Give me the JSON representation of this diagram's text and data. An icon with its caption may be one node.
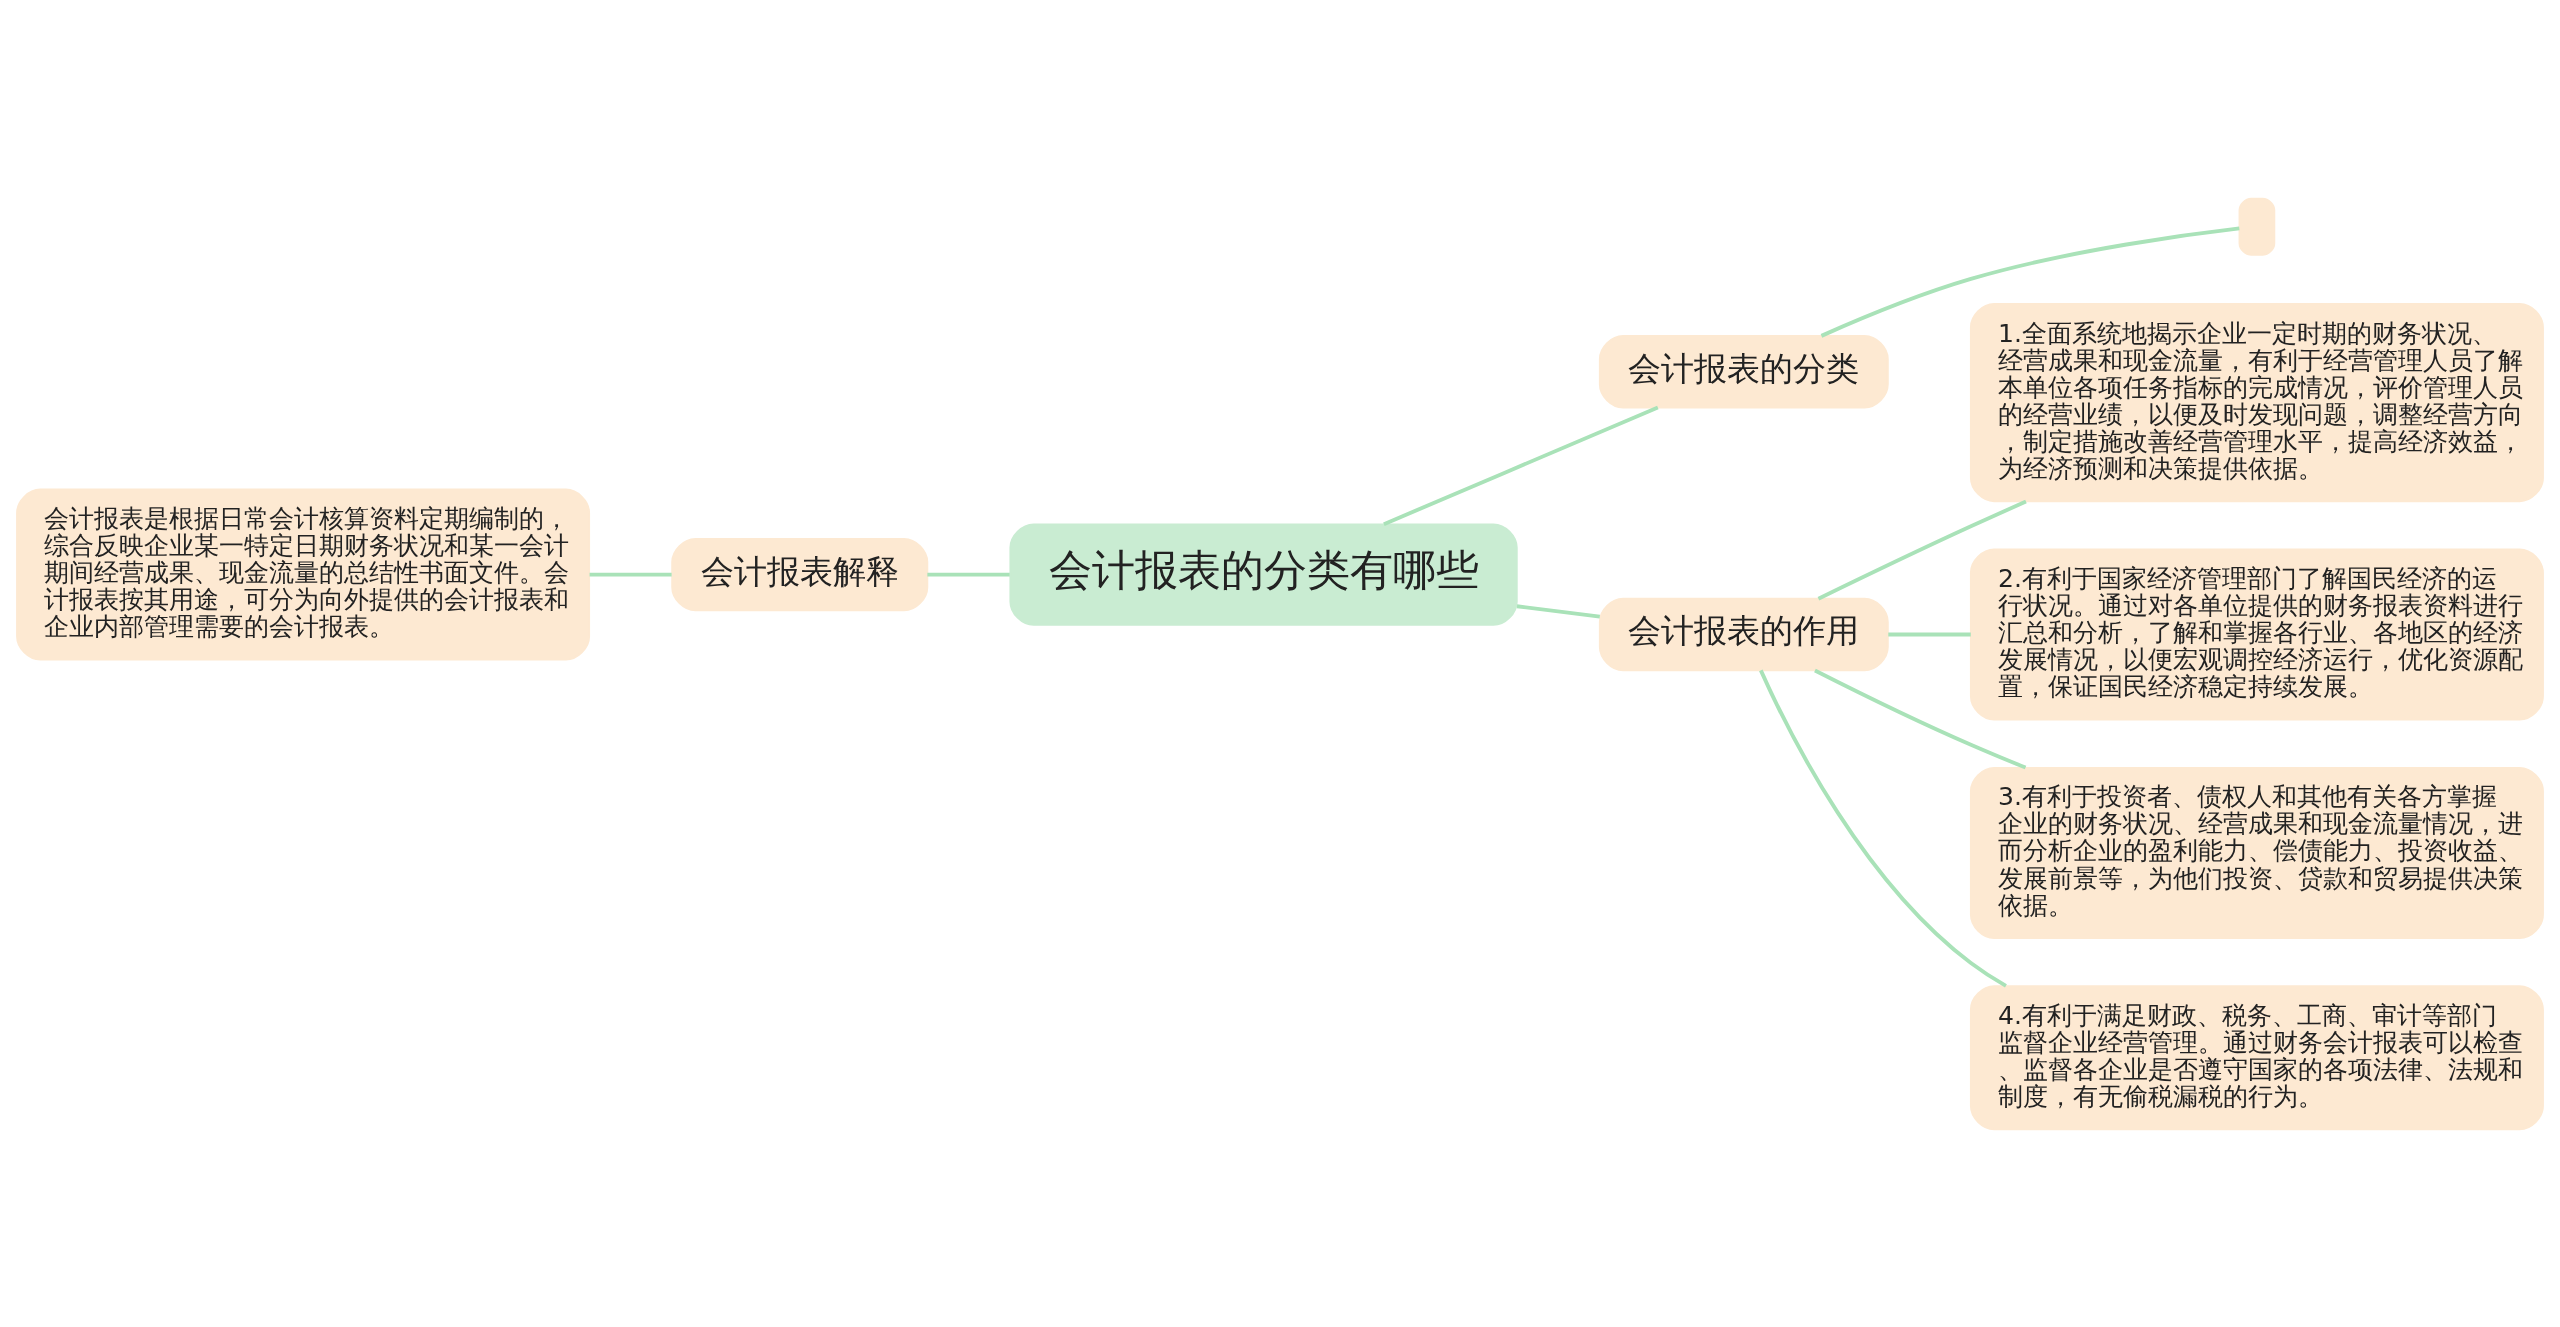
{
  "diagram": {
    "nodes": [
      {
        "text": [
          "会计报表的分类有哪些"
        ]
      },
      {
        "text": [
          "会计报表解释"
        ]
      },
      {
        "text": [
          "会计报表是根据日常会计核算资料定期编制的，综合反映企业某一特定日期财务状况和某一会计期间经营成果、现金流量的总结性书面文件。会计报表按其用途，可分为向外提供的会计报表和企业内部管理需要的会计报表。"
        ]
      },
      {
        "text": [
          "会计报表的分类"
        ]
      },
      {
        "text": [],
        "shape": "box"
      },
      {
        "text": [
          "会计报表的作用"
        ]
      },
      {
        "text": [
          "1.全面系统地揭示企业一定时期的财务状况、经营成果和现金流量，有利于经营管理人员了解本单位各项任务指标的完成情况，评价管理人员的经营业绩，以便及时发现问题，调整经营方向，制定措施改善经营管理水平，提高经济效益，为经济预测和决策提供依据。"
        ]
      },
      {
        "text": [
          "2.有利于国家经济管理部门了解国民经济的运行状况。通过对各单位提供的财务报表资料进行汇总和分析，了解和掌握各行业、各地区的经济发展情况，以便宏观调控经济运行，优化资源配置，保证国民经济稳定持续发展。"
        ]
      },
      {
        "text": [
          "3.有利于投资者、债权人和其他有关各方掌握企业的财务状况、经营成果和现金流量情况，进而分析企业的盈利能力、偿债能力、投资收益、发展前景等，为他们投资、贷款和贸易提供决策依据。"
        ]
      },
      {
        "text": [
          "4.有利于满足财政、税务、工商、审计等部门监督企业经营管理。通过财务会计报表可以检查、监督各企业是否遵守国家的各项法律、法规和制度，有无偷税漏税的行为。"
        ]
      }
    ],
    "edges": [
      {
        "from": 2,
        "to": 1,
        "arrow": "none"
      },
      {
        "from": 1,
        "to": 0,
        "arrow": "none"
      },
      {
        "from": 0,
        "to": 3,
        "arrow": "none"
      },
      {
        "from": 3,
        "to": 4,
        "arrow": "none"
      },
      {
        "from": 0,
        "to": 5,
        "arrow": "none"
      },
      {
        "from": 5,
        "to": 6,
        "arrow": "none"
      },
      {
        "from": 5,
        "to": 7,
        "arrow": "none"
      },
      {
        "from": 5,
        "to": 8,
        "arrow": "none"
      },
      {
        "from": 5,
        "to": 9,
        "arrow": "none"
      }
    ]
  }
}
